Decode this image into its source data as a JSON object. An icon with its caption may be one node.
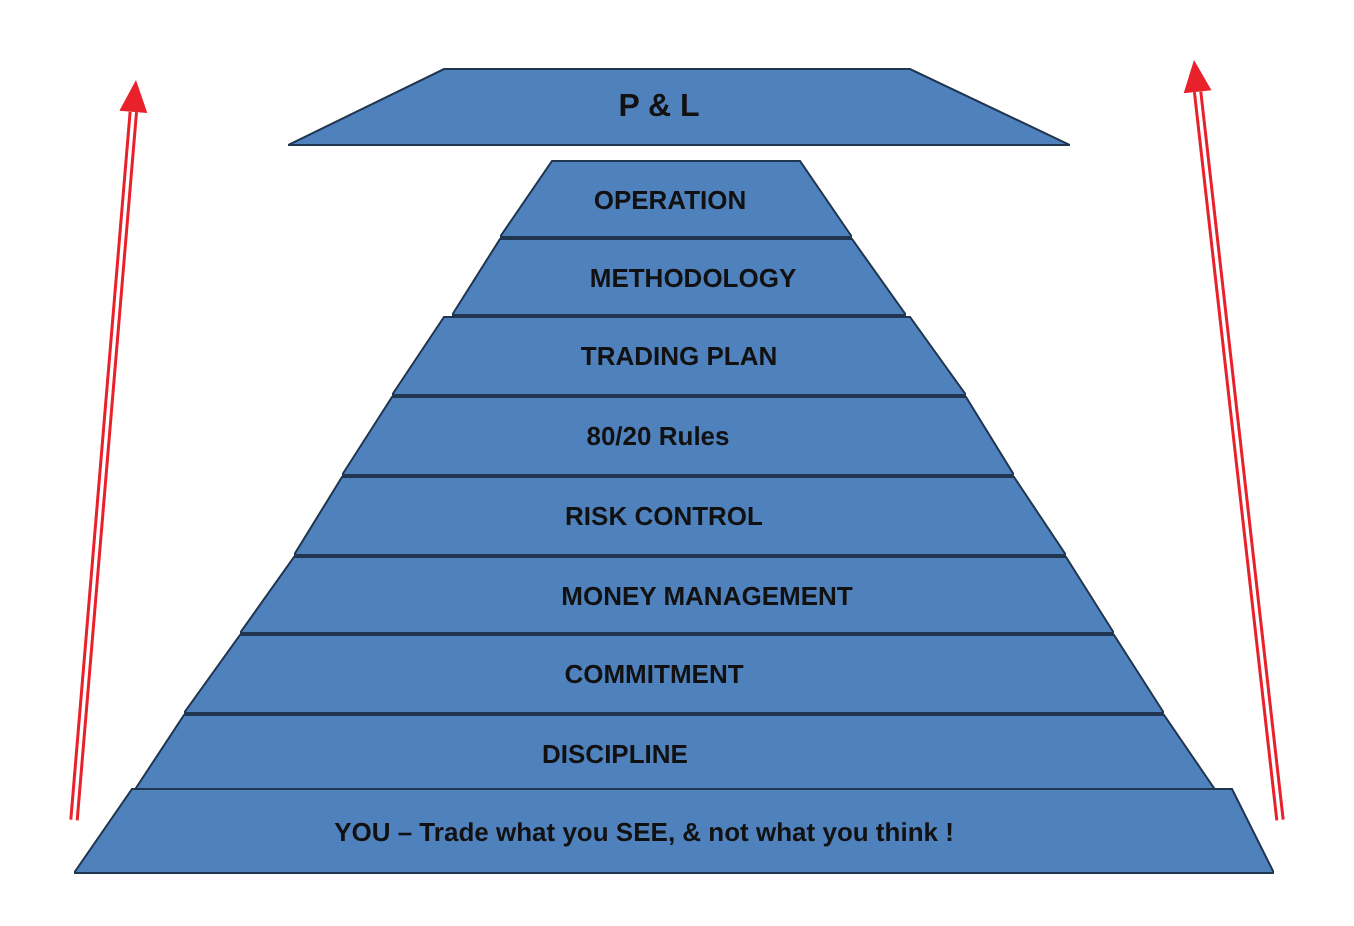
{
  "diagram": {
    "nodes": [
      {
        "text": [
          "P & L"
        ]
      },
      {
        "text": [
          "OPERATION"
        ]
      },
      {
        "text": [
          "METHODOLOGY"
        ]
      },
      {
        "text": [
          "TRADING PLAN"
        ]
      },
      {
        "text": [
          "80/20 Rules"
        ]
      },
      {
        "text": [
          "RISK CONTROL"
        ]
      },
      {
        "text": [
          "MONEY MANAGEMENT"
        ]
      },
      {
        "text": [
          "COMMITMENT"
        ]
      },
      {
        "text": [
          "DISCIPLINE"
        ]
      },
      {
        "text": [
          "YOU – Trade what you SEE, & not what you think !"
        ]
      }
    ]
  }
}
